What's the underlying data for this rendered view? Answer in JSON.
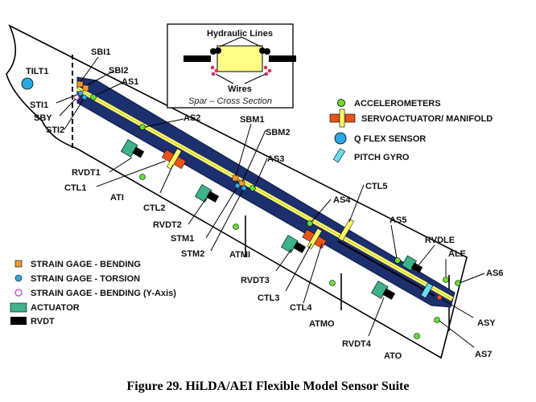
{
  "caption": "Figure 29.  HiLDA/AEI Flexible Model Sensor Suite",
  "inset": {
    "title": "Hydraulic Lines",
    "wires": "Wires",
    "subtitle": "Spar – Cross Section"
  },
  "legend_right": {
    "accelerometers": "ACCELEROMETERS",
    "servoactuator": "SERVOACTUATOR/ MANIFOLD",
    "qflex": "Q FLEX SENSOR",
    "pitch_gyro": "PITCH GYRO"
  },
  "legend_left": {
    "sg_bending": "STRAIN GAGE - BENDING",
    "sg_torsion": "STRAIN GAGE - TORSION",
    "sg_bending_y": "STRAIN GAGE - BENDING (Y-Axis)",
    "actuator": "ACTUATOR",
    "rvdt": "RVDT"
  },
  "labels": {
    "TILT1": "TILT1",
    "SBI1": "SBI1",
    "SBI2": "SBI2",
    "AS1": "AS1",
    "STI1": "STI1",
    "SBY": "SBY",
    "STI2": "STI2",
    "AS2": "AS2",
    "SBM1": "SBM1",
    "SBM2": "SBM2",
    "AS3": "AS3",
    "RVDT1": "RVDT1",
    "CTL1": "CTL1",
    "ATI": "ATI",
    "CTL2": "CTL2",
    "RVDT2": "RVDT2",
    "STM1": "STM1",
    "STM2": "STM2",
    "ATMI": "ATMI",
    "AS4": "AS4",
    "CTL5": "CTL5",
    "AS5": "AS5",
    "RVDLE": "RVDLE",
    "ALE": "ALE",
    "AS6": "AS6",
    "RVDT3": "RVDT3",
    "CTL3": "CTL3",
    "CTL4": "CTL4",
    "ATMO": "ATMO",
    "ASY": "ASY",
    "RVDT4": "RVDT4",
    "ATO": "ATO",
    "AS7": "AS7"
  },
  "colors": {
    "spar": "#1c2f6e",
    "spar_core": "#ffff66",
    "accelerometer": "#66dd33",
    "servo": "#e8541c",
    "qflex": "#29a9e0",
    "pitch_gyro": "#66ddee",
    "sg_bending": "#f29833",
    "sg_torsion": "#33aadd",
    "sg_bending_y": "#cc55cc",
    "actuator": "#3cb38a",
    "rvdt": "#000000"
  }
}
